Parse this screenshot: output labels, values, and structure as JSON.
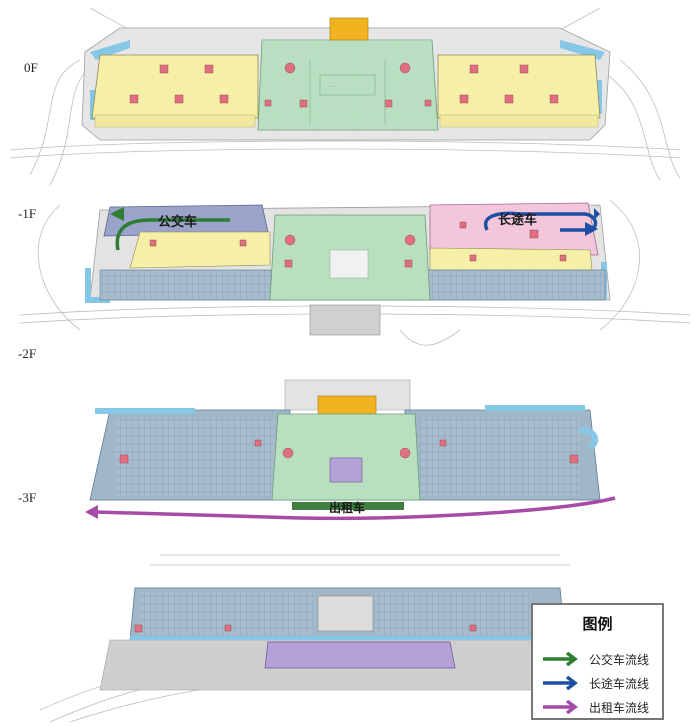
{
  "levels": [
    "0F",
    "-1F",
    "-2F",
    "-3F"
  ],
  "flow_labels": {
    "bus": "公交车",
    "coach": "长途车",
    "taxi": "出租车"
  },
  "legend": {
    "title": "图例",
    "items": [
      {
        "label": "公交车流线",
        "color": "#2e7d32"
      },
      {
        "label": "长途车流线",
        "color": "#1e4fa3"
      },
      {
        "label": "出租车流线",
        "color": "#a64ca6"
      }
    ]
  },
  "colors": {
    "commercial": "#f5efa8",
    "public_hall": "#b7dfc0",
    "parking": "#9fb7c9",
    "bus_zone": "#9aa3c9",
    "coach_zone": "#f3c6dc",
    "taxi_zone": "#b4a2d6",
    "core": "#e0707f",
    "road": "#cfcfcf",
    "blue_lane": "#86c6e6",
    "orange": "#f2b321"
  }
}
